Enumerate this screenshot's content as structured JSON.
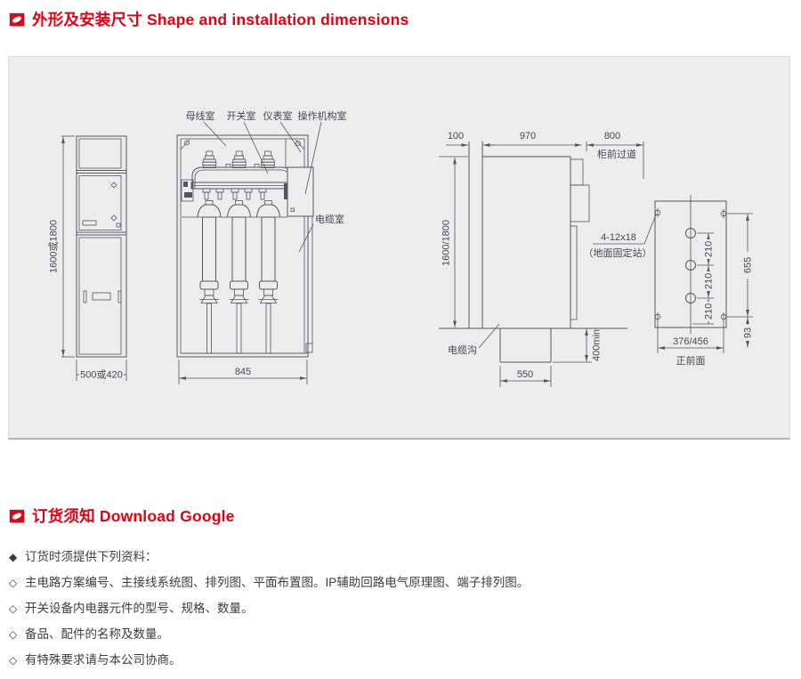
{
  "colors": {
    "accent": "#e60012",
    "line": "#55565a",
    "panel_bg": "#ededee"
  },
  "sections": [
    {
      "title": "外形及安装尺寸 Shape and installation dimensions"
    },
    {
      "title": "订货须知 Download Google"
    }
  ],
  "drawing": {
    "left": {
      "height": "1600或1800",
      "width": "500或420"
    },
    "front": {
      "rooms": [
        "母线室",
        "开关室",
        "仪表室",
        "操作机构室"
      ],
      "cable": "电缆室",
      "width": "845"
    },
    "side": {
      "gap": "100",
      "depth": "970",
      "aisle": "800",
      "aisle_note": "柜前过道",
      "height": "1600/1800",
      "trench": "电缆沟",
      "trench_w": "550",
      "trench_d": "400min"
    },
    "plate": {
      "holes": "4-12x18",
      "note": "（地面固定站）",
      "p1": "210",
      "p2": "210",
      "p3": "210",
      "span": "655",
      "off": "93",
      "width": "376/456",
      "front": "正前面"
    }
  },
  "notes": {
    "items": [
      {
        "bullet": "◆",
        "text": "订货时须提供下列资料："
      },
      {
        "bullet": "◇",
        "text": "主电路方案编号、主接线系统图、排列图、平面布置图。IP辅助回路电气原理图、端子排列图。"
      },
      {
        "bullet": "◇",
        "text": "开关设备内电器元件的型号、规格、数量。"
      },
      {
        "bullet": "◇",
        "text": "备品、配件的名称及数量。"
      },
      {
        "bullet": "◇",
        "text": "有特殊要求请与本公司协商。"
      }
    ]
  }
}
